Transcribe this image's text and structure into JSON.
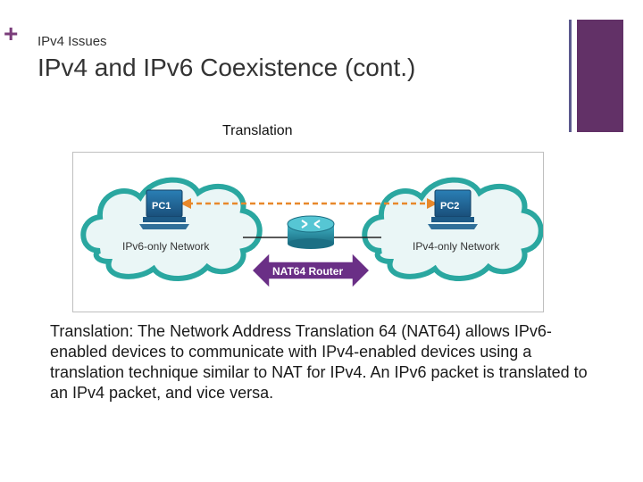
{
  "header": {
    "plus_glyph": "+",
    "section_label": "IPv4 Issues",
    "title": "IPv4 and IPv6 Coexistence (cont.)"
  },
  "figure": {
    "caption": "Translation",
    "pc1_label": "PC1",
    "pc2_label": "PC2",
    "left_network_label": "IPv6-only Network",
    "right_network_label": "IPv4-only Network",
    "router_label": "NAT64 Router"
  },
  "body": {
    "term": "Translation",
    "description": ": The Network Address Translation 64 (NAT64) allows IPv6-enabled devices to communicate with IPv4-enabled devices using a translation technique similar to NAT for IPv4. An IPv6 packet is translated to an IPv4 packet, and vice versa."
  },
  "colors": {
    "accent_purple": "#623167",
    "accent_bar": "#5c5a8e",
    "cloud_teal": "#2aa7a0",
    "arrow_orange": "#e8882a",
    "router_arrow_purple": "#6a2f86"
  }
}
